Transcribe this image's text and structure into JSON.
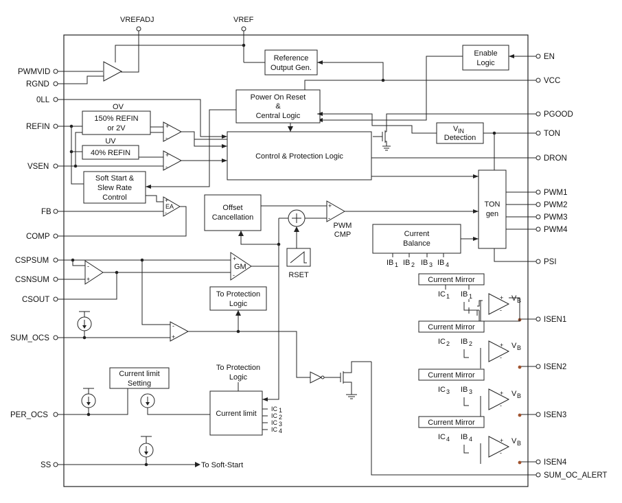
{
  "pins_top": {
    "vrefadj": "VREFADJ",
    "vref": "VREF"
  },
  "pins_left": {
    "pwmvid": "PWMVID",
    "rgnd": "RGND",
    "oll": "0LL",
    "refin": "REFIN",
    "vsen": "VSEN",
    "fb": "FB",
    "comp": "COMP",
    "cspsum": "CSPSUM",
    "csnsum": "CSNSUM",
    "csout": "CSOUT",
    "sum_ocs": "SUM_OCS",
    "per_ocs": "PER_OCS",
    "ss": "SS"
  },
  "pins_right": {
    "en": "EN",
    "vcc": "VCC",
    "pgood": "PGOOD",
    "ton": "TON",
    "dron": "DRON",
    "pwm1": "PWM1",
    "pwm2": "PWM2",
    "pwm3": "PWM3",
    "pwm4": "PWM4",
    "psi": "PSI",
    "isen1": "ISEN1",
    "isen2": "ISEN2",
    "isen3": "ISEN3",
    "isen4": "ISEN4",
    "sum_oc_alert": "SUM_OC_ALERT"
  },
  "blocks": {
    "enable_logic": [
      "Enable",
      "Logic"
    ],
    "reference_gen": [
      "Reference",
      "Output Gen."
    ],
    "por": [
      "Power On Reset",
      "&",
      "Central Logic"
    ],
    "ov_label": "OV",
    "ov_ref": [
      "150% REFIN",
      "or 2V"
    ],
    "uv_label": "UV",
    "uv_ref": "40% REFIN",
    "soft_start": [
      "Soft Start &",
      "Slew Rate",
      "Control"
    ],
    "control_protection": "Control & Protection Logic",
    "vin_detection": [
      "V",
      "IN",
      "Detection"
    ],
    "ton_gen": [
      "TON",
      "gen"
    ],
    "offset_cancel": [
      "Offset",
      "Cancellation"
    ],
    "current_balance": [
      "Current",
      "Balance"
    ],
    "to_protection_logic_1": [
      "To Protection",
      "Logic"
    ],
    "to_protection_logic_2": [
      "To Protection",
      "Logic"
    ],
    "current_limit_setting": [
      "Current limit",
      "Setting"
    ],
    "current_limit": "Current limit",
    "current_mirror": "Current Mirror",
    "ea": "EA",
    "gm": "GM",
    "pwm_cmp": [
      "PWM",
      "CMP"
    ],
    "rset": "RSET",
    "to_soft_start": "To Soft-Start",
    "vb": "V",
    "vb_sub": "B",
    "ib": "IB",
    "ic": "IC",
    "plus": "+",
    "minus": "-",
    "idx": [
      "1",
      "2",
      "3",
      "4"
    ]
  }
}
